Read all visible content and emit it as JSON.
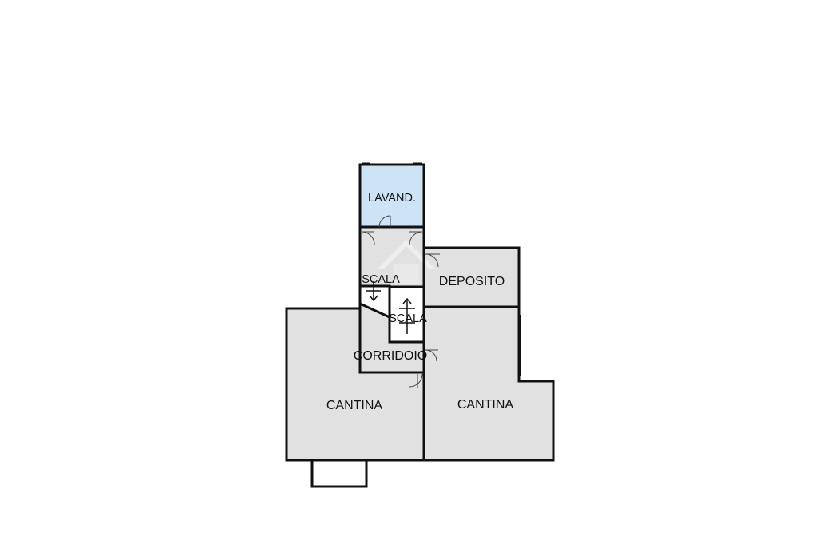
{
  "colors": {
    "room_fill": "#e1e1e1",
    "laundry_fill": "#cde3f6",
    "wall": "#111111",
    "background": "#ffffff"
  },
  "rooms": {
    "laundry": "LAVAND.",
    "stair_1": "SCALA",
    "storage": "DEPOSITO",
    "stair_2": "SCALA",
    "corridor": "CORRIDOIO",
    "cellar_left": "CANTINA",
    "cellar_right": "CANTINA"
  },
  "icons": {
    "stair_down": "arrow-down-icon",
    "stair_up": "arrow-up-icon",
    "door": "door-swing-icon",
    "watermark": "house-watermark-icon"
  }
}
